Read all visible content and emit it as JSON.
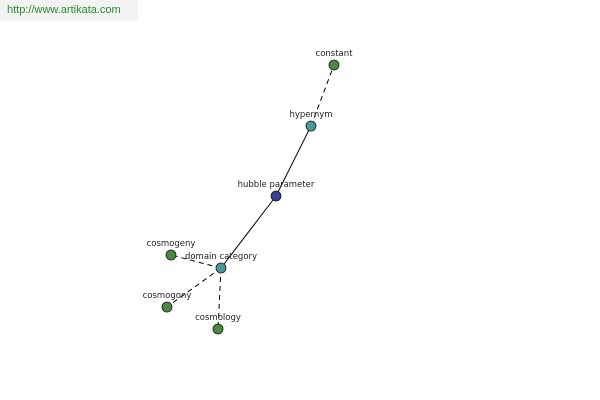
{
  "watermark": {
    "url_text": "http://www.artikata.com"
  },
  "colors": {
    "center": "#3a3f8f",
    "hypernym": "#4a9a9a",
    "leaf": "#4a8a3e"
  },
  "graph": {
    "nodes": [
      {
        "id": "hubble",
        "label": "hubble parameter",
        "kind": "center"
      },
      {
        "id": "hypernym",
        "label": "hypernym",
        "kind": "hypernym"
      },
      {
        "id": "constant",
        "label": "constant",
        "kind": "leaf"
      },
      {
        "id": "domain",
        "label": "domain category",
        "kind": "hypernym"
      },
      {
        "id": "cosmogeny",
        "label": "cosmogeny",
        "kind": "leaf"
      },
      {
        "id": "cosmogony",
        "label": "cosmogony",
        "kind": "leaf"
      },
      {
        "id": "cosmology",
        "label": "cosmology",
        "kind": "leaf"
      }
    ],
    "edges": [
      {
        "from": "hubble",
        "to": "hypernym",
        "style": "solid"
      },
      {
        "from": "hypernym",
        "to": "constant",
        "style": "dashed"
      },
      {
        "from": "hubble",
        "to": "domain",
        "style": "solid"
      },
      {
        "from": "domain",
        "to": "cosmogeny",
        "style": "dashed"
      },
      {
        "from": "domain",
        "to": "cosmogony",
        "style": "dashed"
      },
      {
        "from": "domain",
        "to": "cosmology",
        "style": "dashed"
      }
    ]
  }
}
